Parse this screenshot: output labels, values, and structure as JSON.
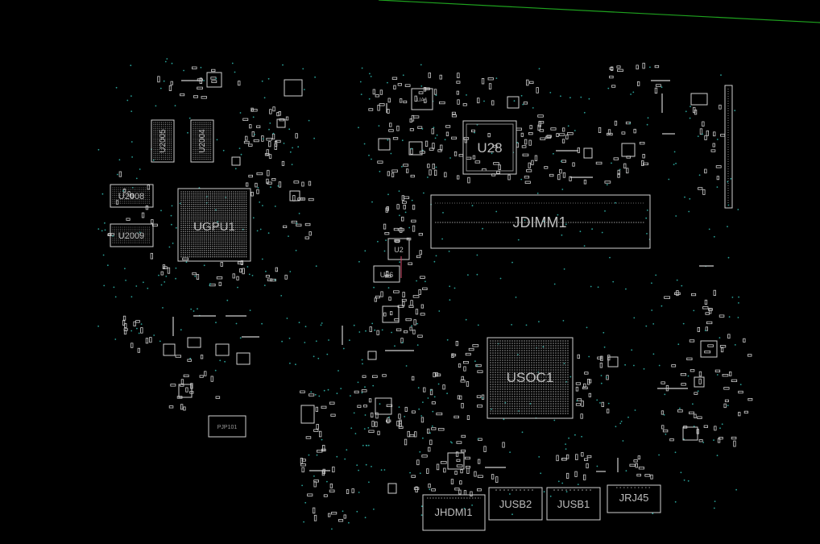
{
  "colors": {
    "background": "#000000",
    "outline": "#cfcfcf",
    "label": "#bdbdbd",
    "via": "#2aa198",
    "trace": "#1fa31f",
    "highlight": "#d64b6b"
  },
  "components": {
    "ugpu": "UGPU1",
    "u2005": "U2005",
    "u2004": "U2004",
    "u2008": "U2008",
    "u2009": "U2009",
    "u28": "U28",
    "ua1": "UA1",
    "jdimm1": "JDIMM1",
    "u2": "U2",
    "u56": "U56",
    "usoc1": "USOC1",
    "pjp101": "PJP101",
    "jhdmi1": "JHDMI1",
    "jusb2": "JUSB2",
    "jusb1": "JUSB1",
    "jrj45": "JRJ45"
  }
}
